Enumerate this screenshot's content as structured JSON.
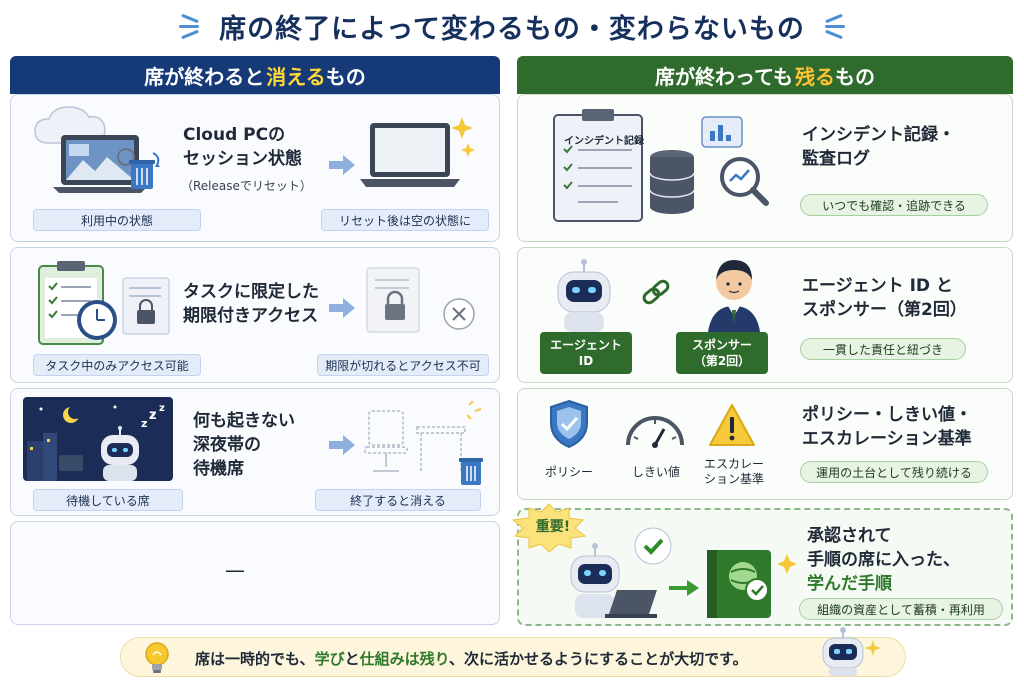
{
  "title": "席の終了によって変わるもの・変わらないもの",
  "left": {
    "header_prefix": "席が終わると",
    "header_highlight": "消える",
    "header_suffix": "もの",
    "cards": [
      {
        "title_lines": [
          "Cloud PCの",
          "セッション状態"
        ],
        "subtitle": "（Releaseでリセット）",
        "label_before": "利用中の状態",
        "label_after": "リセット後は空の状態に"
      },
      {
        "title_lines": [
          "タスクに限定した",
          "期限付きアクセス"
        ],
        "label_before": "タスク中のみアクセス可能",
        "label_after": "期限が切れるとアクセス不可"
      },
      {
        "title_lines": [
          "何も起きない",
          "深夜帯の",
          "待機席"
        ],
        "label_before": "待機している席",
        "label_after": "終了すると消える"
      }
    ],
    "empty_card_mark": "—"
  },
  "right": {
    "header_prefix": "席が終わっても",
    "header_highlight": "残る",
    "header_suffix": "もの",
    "cards": [
      {
        "doc_label": "インシデント記録",
        "title_lines": [
          "インシデント記録・",
          "監査ログ"
        ],
        "pill": "いつでも確認・追跡できる"
      },
      {
        "badge_agent": "エージェント\nID",
        "badge_sponsor": "スポンサー\n（第2回）",
        "title_lines": [
          "エージェント ID と",
          "スポンサー（第2回）"
        ],
        "pill": "一貫した責任と紐づき"
      },
      {
        "icon_labels": [
          "ポリシー",
          "しきい値",
          "エスカレー\nション基準"
        ],
        "title_lines": [
          "ポリシー・しきい値・",
          "エスカレーション基準"
        ],
        "pill": "運用の土台として残り続ける"
      },
      {
        "burst_label": "重要!",
        "title_lines": [
          "承認されて",
          "手順の席に入った、"
        ],
        "title_highlight": "学んだ手順",
        "pill": "組織の資産として蓄積・再利用"
      }
    ]
  },
  "bottom": {
    "text_a": "席は一時的でも、",
    "text_b": "学び",
    "text_c": "と",
    "text_d": "仕組みは残り",
    "text_e": "、次に活かせるようにすることが大切です。"
  },
  "colors": {
    "left_header": "#163a78",
    "right_header": "#2f6b2c",
    "accent_yellow": "#ffd83a",
    "accent_green": "#2f7a2a",
    "title": "#16305e"
  }
}
